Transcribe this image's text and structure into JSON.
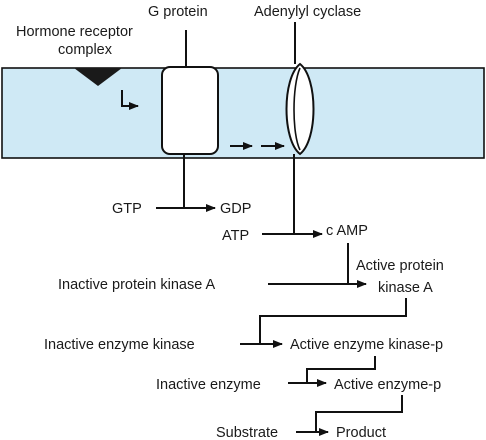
{
  "labels": {
    "hormone_receptor_line1": "Hormone receptor",
    "hormone_receptor_line2": "complex",
    "g_protein": "G protein",
    "adenylyl_cyclase": "Adenylyl cyclase",
    "gtp": "GTP",
    "gdp": "GDP",
    "atp": "ATP",
    "camp": "c AMP",
    "inactive_pka": "Inactive protein kinase A",
    "active_pka_line1": "Active protein",
    "active_pka_line2": "kinase A",
    "inactive_enzyme_kinase": "Inactive enzyme kinase",
    "active_enzyme_kinase": "Active enzyme kinase-p",
    "inactive_enzyme": "Inactive enzyme",
    "active_enzyme": "Active enzyme-p",
    "substrate": "Substrate",
    "product": "Product"
  },
  "colors": {
    "membrane_fill": "#cfe9f5",
    "stroke": "#111111",
    "protein_fill": "#ffffff",
    "receptor_fill": "#1a1a1a"
  }
}
